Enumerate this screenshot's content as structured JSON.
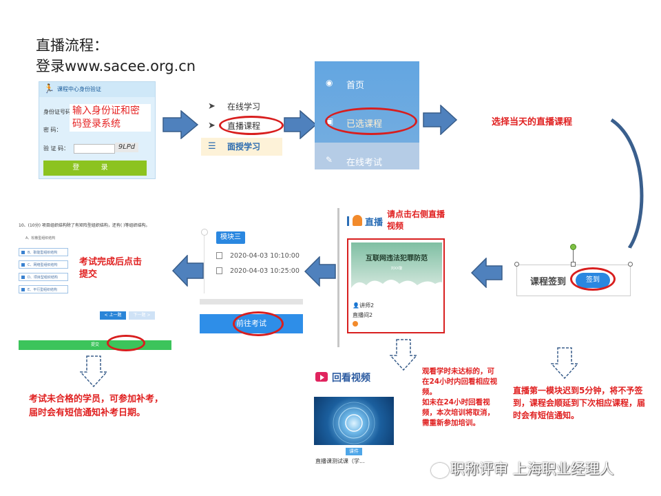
{
  "intro": {
    "title": "直播流程：",
    "login_line": "登录www.sacee.org.cn"
  },
  "login_panel": {
    "header": "课程中心身份验证",
    "id_label": "身份证号码：",
    "pwd_label": "密    码：",
    "captcha_label": "验 证 码：",
    "captcha_value": "9LPd",
    "login_button": "登 录",
    "overlay_text": "输入身份证和密码登录系统"
  },
  "menu1": {
    "items": [
      "在线学习",
      "直播课程",
      "面授学习"
    ]
  },
  "sidebar": {
    "items": [
      "首页",
      "已选课程",
      "在线考试"
    ]
  },
  "labels": {
    "choose_live": "选择当天的直播课程",
    "exam_submit": "考试完成后点击提交",
    "click_video": "请点击右侧直播视频",
    "review_note": "观看学时未达标的，可在24小时内回看相应视频。\n如未在24小时回看视频，本次培训将取消，需重新参加培训。",
    "late_note": "直播第一模块迟到5分钟，将不予签到，课程会顺延到下次相应课程，届时会有短信通知。",
    "retake_note": "考试未合格的学员，可参加补考，届时会有短信通知补考日期。"
  },
  "exam": {
    "question": "10、(10分) 项目组织结构除了有矩阵型组织结构，还有( )等组织结构。",
    "options": [
      "A、松散型组织结构",
      "B、职能型组织结构",
      "C、网络型组织结构",
      "D、项目型组织结构",
      "E、平行型组织结构"
    ],
    "prev": "< 上一题",
    "next": "下一题 >",
    "submit": "提交"
  },
  "module": {
    "button": "模块三",
    "times": [
      "2020-04-03 10:10:00",
      "2020-04-03 10:25:00"
    ],
    "go_exam": "前往考试"
  },
  "live": {
    "title": "直播",
    "thumb_title": "互联网违法犯罪防范",
    "thumb_sub": "刘XX警",
    "lecturer": "讲师2",
    "room": "直播间2"
  },
  "checkin": {
    "label": "课程签到",
    "button": "签到"
  },
  "replay": {
    "title": "回看视频",
    "badge": "课件",
    "caption": "直播课测试课（学..."
  },
  "watermark": "职称评审 上海职业经理人",
  "colors": {
    "arrow_blue": "#4f81bd",
    "arrow_dark": "#385d8a",
    "highlight_red": "#d81e1e"
  }
}
